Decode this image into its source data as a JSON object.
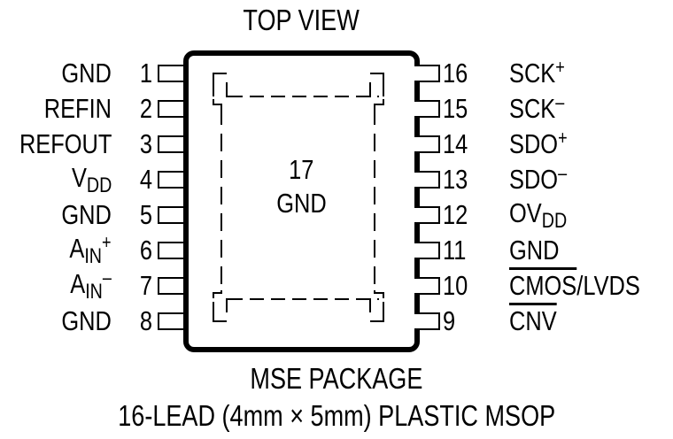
{
  "title": "TOP VIEW",
  "package": {
    "name": "MSE PACKAGE",
    "description": "16-LEAD (4mm × 5mm) PLASTIC MSOP"
  },
  "exposed_pad": {
    "number": "17",
    "label": "GND"
  },
  "left_pins": [
    {
      "number": "1",
      "label": "GND",
      "sub": "",
      "sup": "",
      "overline": ""
    },
    {
      "number": "2",
      "label": "REFIN",
      "sub": "",
      "sup": "",
      "overline": ""
    },
    {
      "number": "3",
      "label": "REFOUT",
      "sub": "",
      "sup": "",
      "overline": ""
    },
    {
      "number": "4",
      "label": "V",
      "sub": "DD",
      "sup": "",
      "overline": ""
    },
    {
      "number": "5",
      "label": "GND",
      "sub": "",
      "sup": "",
      "overline": ""
    },
    {
      "number": "6",
      "label": "A",
      "sub": "IN",
      "sup": "+",
      "overline": ""
    },
    {
      "number": "7",
      "label": "A",
      "sub": "IN",
      "sup": "–",
      "overline": ""
    },
    {
      "number": "8",
      "label": "GND",
      "sub": "",
      "sup": "",
      "overline": ""
    }
  ],
  "right_pins": [
    {
      "number": "16",
      "label": "SCK",
      "sub": "",
      "sup": "+",
      "overline": ""
    },
    {
      "number": "15",
      "label": "SCK",
      "sub": "",
      "sup": "–",
      "overline": ""
    },
    {
      "number": "14",
      "label": "SDO",
      "sub": "",
      "sup": "+",
      "overline": ""
    },
    {
      "number": "13",
      "label": "SDO",
      "sub": "",
      "sup": "–",
      "overline": ""
    },
    {
      "number": "12",
      "label": "OV",
      "sub": "DD",
      "sup": "",
      "overline": ""
    },
    {
      "number": "11",
      "label": "GND",
      "sub": "",
      "sup": "",
      "overline": ""
    },
    {
      "number": "10",
      "label": "/LVDS",
      "sub": "",
      "sup": "",
      "overline": "CMOS"
    },
    {
      "number": "9",
      "label": "",
      "sub": "",
      "sup": "",
      "overline": "CNV"
    }
  ]
}
